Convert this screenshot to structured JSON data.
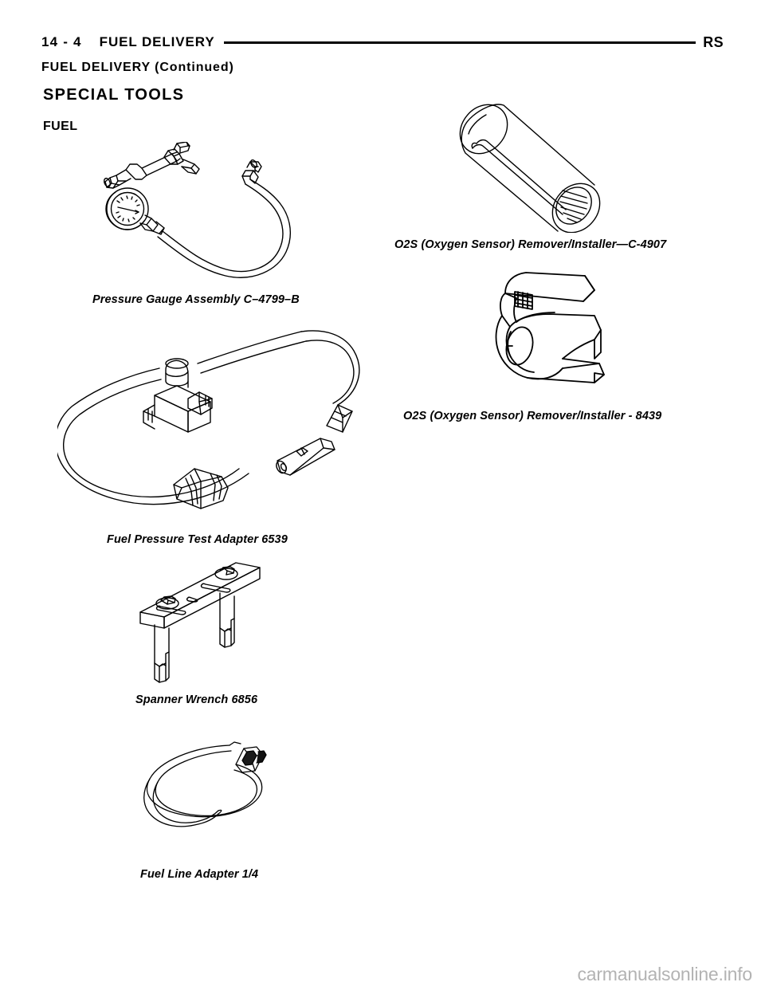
{
  "header": {
    "folio": "14 - 4",
    "title": "FUEL DELIVERY",
    "right_mark": "RS",
    "continued": "FUEL DELIVERY (Continued)"
  },
  "section": {
    "heading": "SPECIAL TOOLS",
    "subheading": "FUEL"
  },
  "figures": {
    "left": [
      {
        "id": "pressure-gauge-assembly",
        "caption": "Pressure Gauge Assembly C–4799–B",
        "icon": "pressure-gauge-assembly-illustration"
      },
      {
        "id": "fuel-pressure-test-adapter",
        "caption": "Fuel Pressure Test Adapter 6539",
        "icon": "fuel-pressure-test-adapter-illustration"
      },
      {
        "id": "spanner-wrench",
        "caption": "Spanner Wrench 6856",
        "icon": "spanner-wrench-illustration"
      },
      {
        "id": "fuel-line-adapter",
        "caption": "Fuel Line Adapter 1/4",
        "icon": "fuel-line-adapter-illustration"
      }
    ],
    "right": [
      {
        "id": "o2s-remover-installer-c4907",
        "caption": "O2S (Oxygen Sensor) Remover/Installer—C-4907",
        "icon": "o2s-socket-tool-illustration"
      },
      {
        "id": "o2s-remover-installer-8439",
        "caption": "O2S (Oxygen Sensor) Remover/Installer - 8439",
        "icon": "o2s-slotted-socket-tool-illustration"
      }
    ]
  },
  "watermark": {
    "text": "carmanualsonline.info"
  }
}
